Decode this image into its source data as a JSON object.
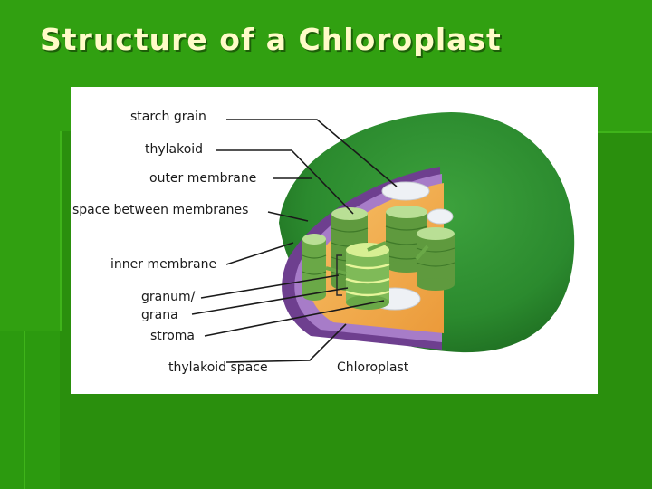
{
  "slide": {
    "title": "Structure of a Chloroplast"
  },
  "diagram": {
    "labels": {
      "starch_grain": "starch grain",
      "thylakoid": "thylakoid",
      "outer_membrane": "outer membrane",
      "space_between_membranes": "space between membranes",
      "inner_membrane": "inner membrane",
      "granum_line1": "granum/",
      "granum_line2": "grana",
      "stroma": "stroma",
      "thylakoid_space": "thylakoid space",
      "chloroplast": "Chloroplast"
    }
  },
  "colors": {
    "background": "#2f9a10",
    "title_text": "#fffbc8",
    "outer_body": "#2e8b2e",
    "membrane_purple": "#8e5fb0",
    "stroma_orange": "#f1a94a",
    "thylakoid_green": "#8cc36a"
  }
}
